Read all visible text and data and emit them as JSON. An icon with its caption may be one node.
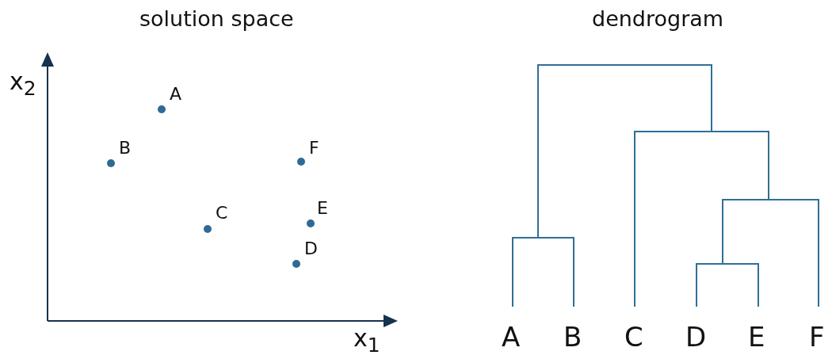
{
  "diagram": {
    "labels": [
      "solution space",
      "dendrogram",
      "x$_{2}$",
      "A",
      "B",
      "F",
      "C",
      "E",
      "D",
      "x$_{1}$",
      "A",
      "B",
      "C",
      "D",
      "E",
      "F"
    ]
  }
}
